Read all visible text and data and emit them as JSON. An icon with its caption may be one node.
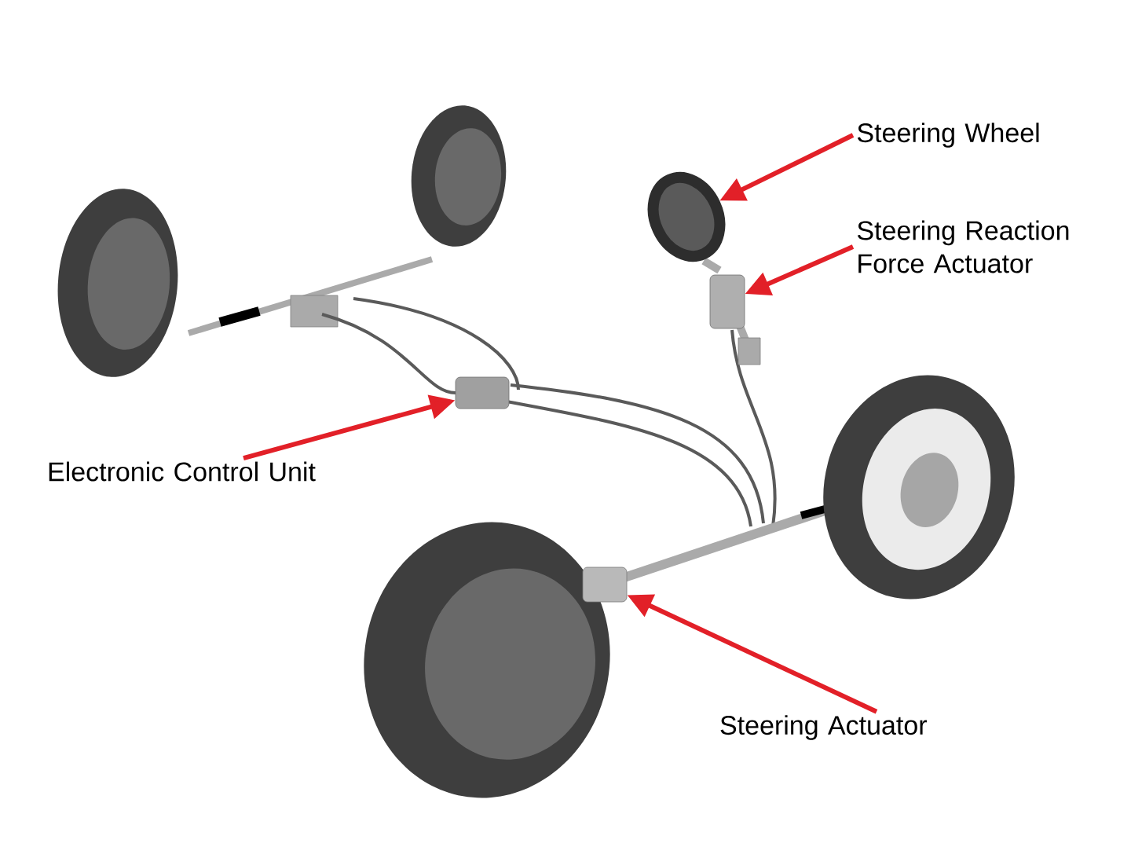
{
  "diagram": {
    "nodes": [
      {
        "text": [
          "Steering Wheel"
        ]
      },
      {
        "text": [
          "Steering Reaction Force Actuator"
        ]
      },
      {
        "text": [
          "Electronic Control Unit"
        ]
      },
      {
        "text": [
          "Steering Actuator"
        ]
      },
      {
        "text": [],
        "shape": "circle"
      },
      {
        "text": [],
        "shape": "box"
      },
      {
        "text": [],
        "shape": "box"
      },
      {
        "text": [],
        "shape": "box"
      }
    ],
    "edges": [
      {
        "from": 0,
        "to": 4,
        "arrow": "to"
      },
      {
        "from": 1,
        "to": 5,
        "arrow": "to"
      },
      {
        "from": 2,
        "to": 6,
        "arrow": "to"
      },
      {
        "from": 3,
        "to": 7,
        "arrow": "to"
      }
    ]
  }
}
